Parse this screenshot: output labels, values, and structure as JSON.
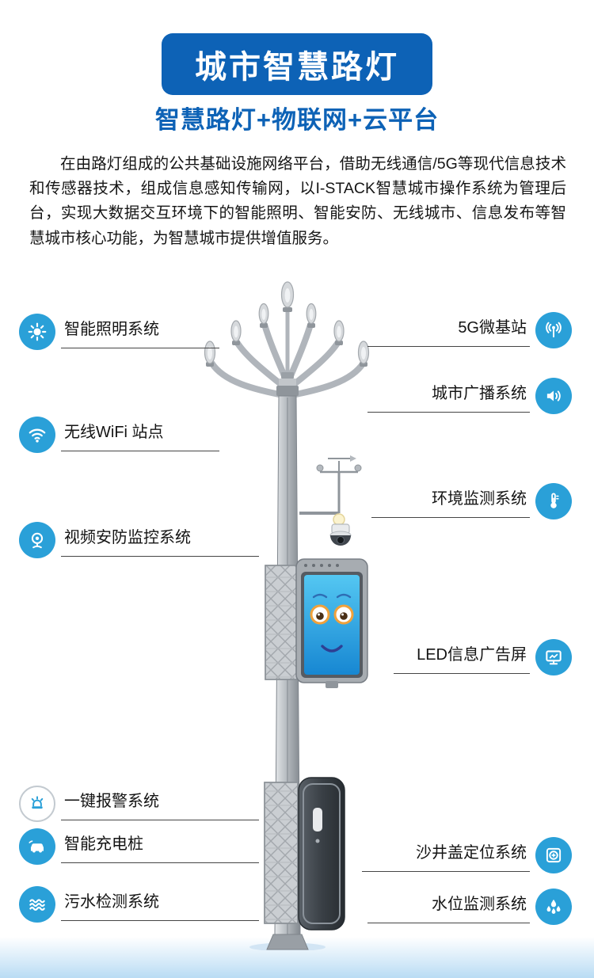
{
  "page": {
    "title": "城市智慧路灯",
    "subtitle": "智慧路灯+物联网+云平台",
    "description": "在由路灯组成的公共基础设施网络平台，借助无线通信/5G等现代信息技术和传感器技术，组成信息感知传输网，以I-STACK智慧城市操作系统为管理后台，实现大数据交互环境下的智能照明、智能安防、无线城市、信息发布等智慧城市核心功能，为智慧城市提供增值服务。"
  },
  "features": {
    "left": [
      {
        "label": "智能照明系统",
        "icon": "sun-icon"
      },
      {
        "label": "无线WiFi 站点",
        "icon": "wifi-icon"
      },
      {
        "label": "视频安防监控系统",
        "icon": "cctv-icon"
      },
      {
        "label": "一键报警系统",
        "icon": "alarm-icon"
      },
      {
        "label": "智能充电桩",
        "icon": "ev-charging-icon"
      },
      {
        "label": "污水检测系统",
        "icon": "waves-icon"
      }
    ],
    "right": [
      {
        "label": "5G微基站",
        "icon": "antenna-icon"
      },
      {
        "label": "城市广播系统",
        "icon": "speaker-icon"
      },
      {
        "label": "环境监测系统",
        "icon": "thermometer-icon"
      },
      {
        "label": "LED信息广告屏",
        "icon": "display-icon"
      },
      {
        "label": "沙井盖定位系统",
        "icon": "manhole-icon"
      },
      {
        "label": "水位监测系统",
        "icon": "water-drops-icon"
      }
    ]
  },
  "colors": {
    "title_bg": "#0d62b6",
    "subtitle_text": "#0d62b6",
    "icon_bg": "#2aa0d8",
    "screen_blue": "#1787d2",
    "ground_blue": "#b9dcf4"
  }
}
